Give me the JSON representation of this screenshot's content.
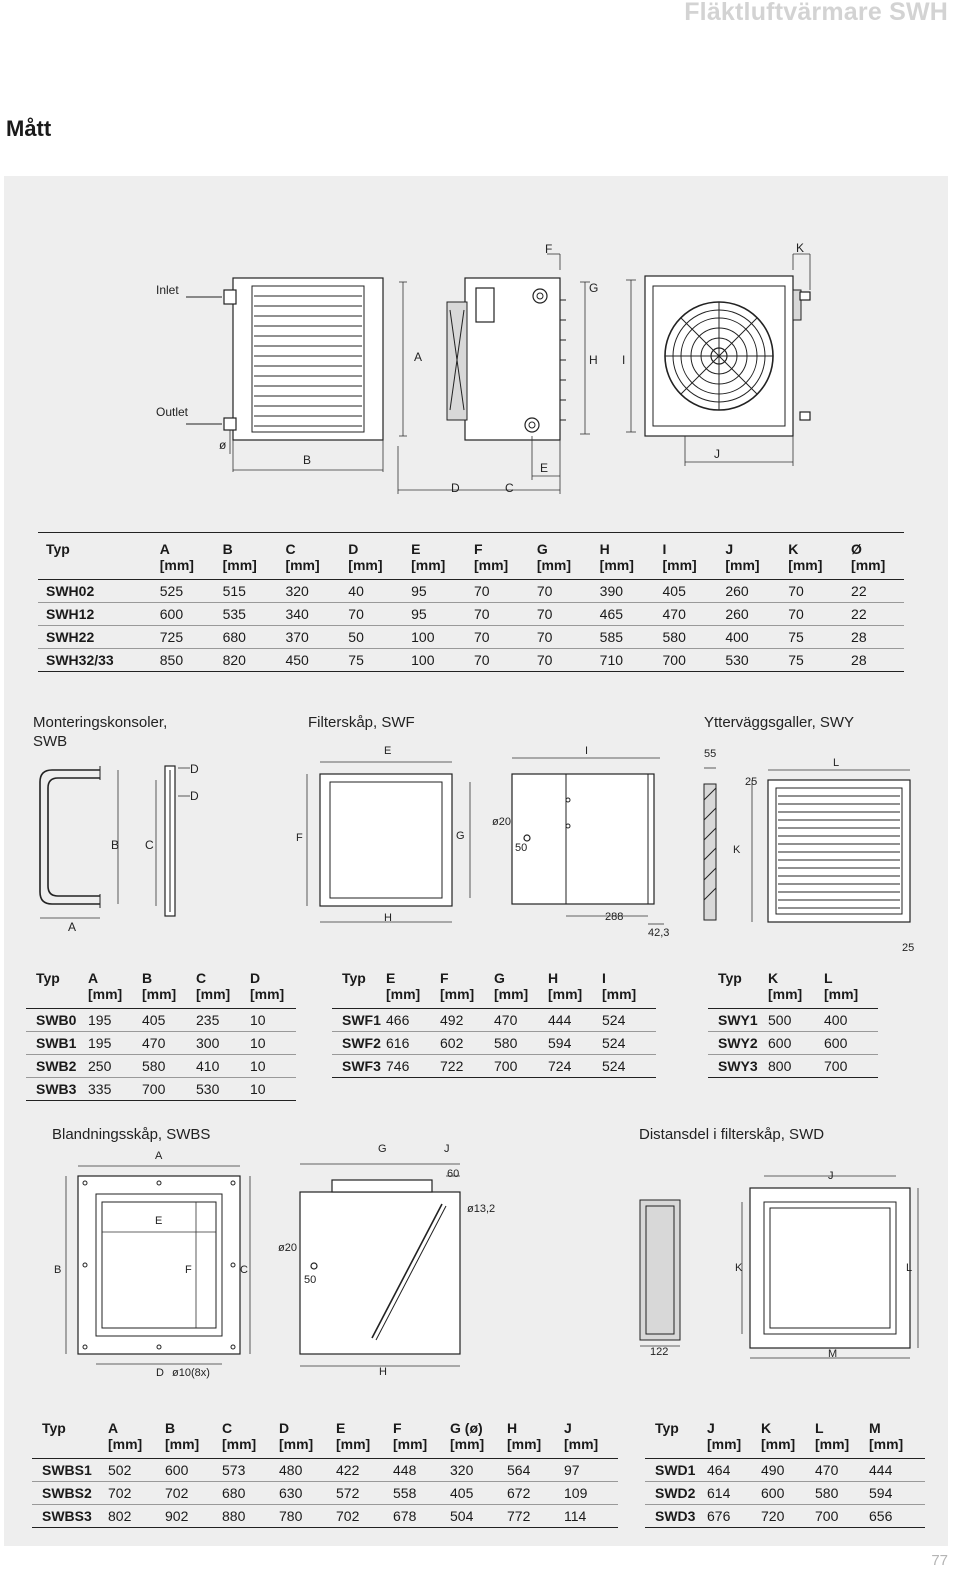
{
  "header": {
    "title": "Fläktluftvärmare SWH"
  },
  "section": {
    "title": "Mått"
  },
  "page_number": "77",
  "main_diagram": {
    "inlet": "Inlet",
    "outlet": "Outlet",
    "labels": {
      "A": "A",
      "B": "B",
      "C": "C",
      "D": "D",
      "E": "E",
      "F": "F",
      "G": "G",
      "H": "H",
      "I": "I",
      "J": "J",
      "K": "K",
      "phi": "ø"
    }
  },
  "swh_table": {
    "header": [
      "Typ",
      "A",
      "B",
      "C",
      "D",
      "E",
      "F",
      "G",
      "H",
      "I",
      "J",
      "K",
      "Ø"
    ],
    "units": [
      "",
      "[mm]",
      "[mm]",
      "[mm]",
      "[mm]",
      "[mm]",
      "[mm]",
      "[mm]",
      "[mm]",
      "[mm]",
      "[mm]",
      "[mm]",
      "[mm]"
    ],
    "rows": [
      [
        "SWH02",
        "525",
        "515",
        "320",
        "40",
        "95",
        "70",
        "70",
        "390",
        "405",
        "260",
        "70",
        "22"
      ],
      [
        "SWH12",
        "600",
        "535",
        "340",
        "70",
        "95",
        "70",
        "70",
        "465",
        "470",
        "260",
        "70",
        "22"
      ],
      [
        "SWH22",
        "725",
        "680",
        "370",
        "50",
        "100",
        "70",
        "70",
        "585",
        "580",
        "400",
        "75",
        "28"
      ],
      [
        "SWH32/33",
        "850",
        "820",
        "450",
        "75",
        "100",
        "70",
        "70",
        "710",
        "700",
        "530",
        "75",
        "28"
      ]
    ]
  },
  "swb": {
    "title_line1": "Monteringskonsoler,",
    "title_line2": "SWB",
    "labels": {
      "A": "A",
      "B": "B",
      "C": "C",
      "D1": "D",
      "D2": "D"
    },
    "header": [
      "Typ",
      "A",
      "B",
      "C",
      "D"
    ],
    "units": [
      "",
      "[mm]",
      "[mm]",
      "[mm]",
      "[mm]"
    ],
    "rows": [
      [
        "SWB0",
        "195",
        "405",
        "235",
        "10"
      ],
      [
        "SWB1",
        "195",
        "470",
        "300",
        "10"
      ],
      [
        "SWB2",
        "250",
        "580",
        "410",
        "10"
      ],
      [
        "SWB3",
        "335",
        "700",
        "530",
        "10"
      ]
    ]
  },
  "swf": {
    "title": "Filterskåp, SWF",
    "labels": {
      "E": "E",
      "F": "F",
      "G": "G",
      "H": "H",
      "I": "I",
      "d20": "ø20",
      "d50": "50",
      "d288": "288",
      "d423": "42,3"
    },
    "header": [
      "Typ",
      "E",
      "F",
      "G",
      "H",
      "I"
    ],
    "units": [
      "",
      "[mm]",
      "[mm]",
      "[mm]",
      "[mm]",
      "[mm]"
    ],
    "rows": [
      [
        "SWF1",
        "466",
        "492",
        "470",
        "444",
        "524"
      ],
      [
        "SWF2",
        "616",
        "602",
        "580",
        "594",
        "524"
      ],
      [
        "SWF3",
        "746",
        "722",
        "700",
        "724",
        "524"
      ]
    ]
  },
  "swy": {
    "title": "Ytterväggsgaller, SWY",
    "labels": {
      "d55": "55",
      "d25a": "25",
      "d25b": "25",
      "K": "K",
      "L": "L"
    },
    "header": [
      "Typ",
      "K",
      "L"
    ],
    "units": [
      "",
      "[mm]",
      "[mm]"
    ],
    "rows": [
      [
        "SWY1",
        "500",
        "400"
      ],
      [
        "SWY2",
        "600",
        "600"
      ],
      [
        "SWY3",
        "800",
        "700"
      ]
    ]
  },
  "swbs": {
    "title": "Blandningsskåp, SWBS",
    "labels": {
      "A": "A",
      "B": "B",
      "C": "C",
      "D": "D",
      "E": "E",
      "F": "F",
      "G": "G",
      "H": "H",
      "J": "J",
      "d60": "60",
      "d132": "ø13,2",
      "d20": "ø20",
      "d50": "50",
      "d10": "ø10(8x)"
    },
    "header": [
      "Typ",
      "A",
      "B",
      "C",
      "D",
      "E",
      "F",
      "G (ø)",
      "H",
      "J"
    ],
    "units": [
      "",
      "[mm]",
      "[mm]",
      "[mm]",
      "[mm]",
      "[mm]",
      "[mm]",
      "[mm]",
      "[mm]",
      "[mm]"
    ],
    "rows": [
      [
        "SWBS1",
        "502",
        "600",
        "573",
        "480",
        "422",
        "448",
        "320",
        "564",
        "97"
      ],
      [
        "SWBS2",
        "702",
        "702",
        "680",
        "630",
        "572",
        "558",
        "405",
        "672",
        "109"
      ],
      [
        "SWBS3",
        "802",
        "902",
        "880",
        "780",
        "702",
        "678",
        "504",
        "772",
        "114"
      ]
    ]
  },
  "swd": {
    "title": "Distansdel i filterskåp, SWD",
    "labels": {
      "J": "J",
      "K": "K",
      "L": "L",
      "M": "M",
      "d122": "122"
    },
    "header": [
      "Typ",
      "J",
      "K",
      "L",
      "M"
    ],
    "units": [
      "",
      "[mm]",
      "[mm]",
      "[mm]",
      "[mm]"
    ],
    "rows": [
      [
        "SWD1",
        "464",
        "490",
        "470",
        "444"
      ],
      [
        "SWD2",
        "614",
        "600",
        "580",
        "594"
      ],
      [
        "SWD3",
        "676",
        "720",
        "700",
        "656"
      ]
    ]
  }
}
